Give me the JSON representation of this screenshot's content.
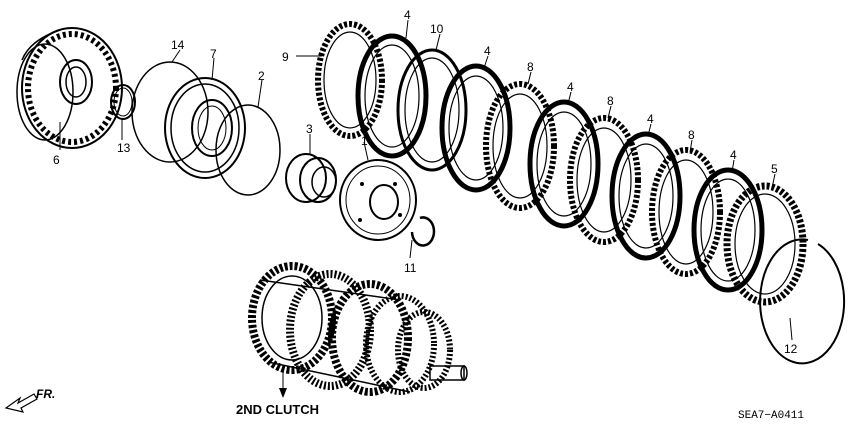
{
  "diagram": {
    "callouts": [
      "1",
      "2",
      "3",
      "4",
      "4",
      "4",
      "4",
      "4",
      "5",
      "6",
      "7",
      "8",
      "8",
      "8",
      "9",
      "10",
      "11",
      "12",
      "13",
      "14"
    ],
    "assembly_label": "2ND CLUTCH",
    "diagram_code": "SEA7−A0411",
    "direction_label": "FR."
  }
}
